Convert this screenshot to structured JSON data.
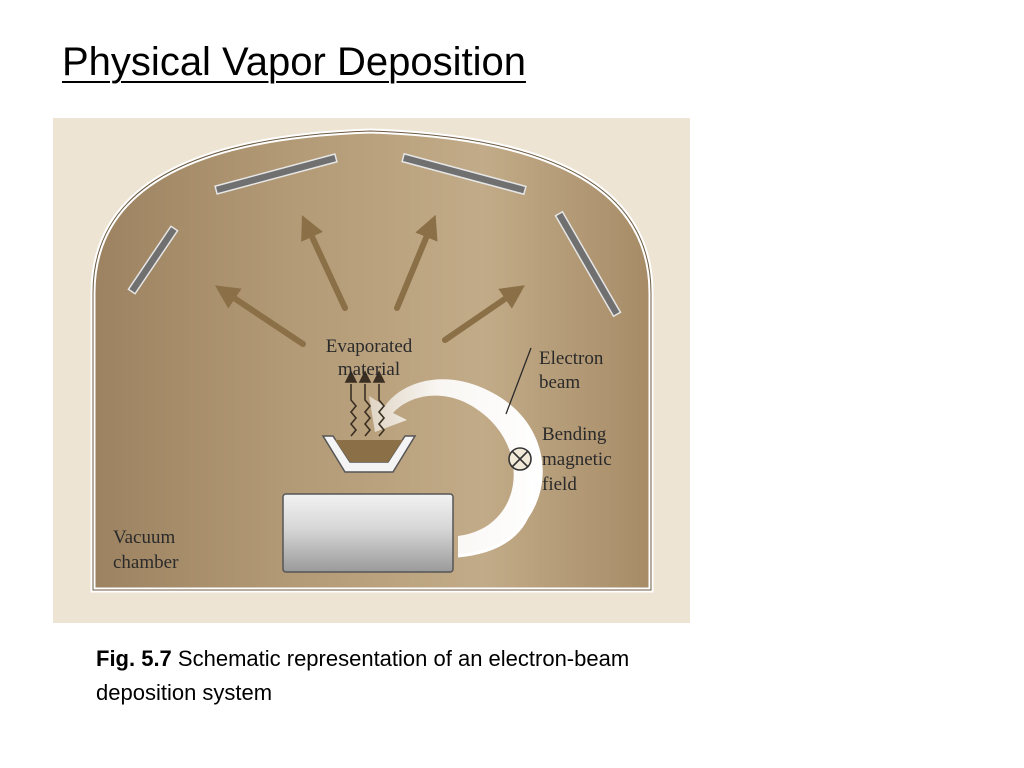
{
  "title": "Physical Vapor Deposition",
  "figure": {
    "labels": {
      "evaporated_line1": "Evaporated",
      "evaporated_line2": "material",
      "electron_line1": "Electron",
      "electron_line2": "beam",
      "bending_line1": "Bending",
      "bending_line2": "magnetic",
      "bending_line3": "field",
      "vacuum_line1": "Vacuum",
      "vacuum_line2": "chamber"
    },
    "colors": {
      "background": "#ede4d3",
      "chamber_fill": "#a98e6a",
      "arrow": "#8a6f47",
      "substrate": "#707070"
    }
  },
  "caption": {
    "label": "Fig. 5.7",
    "text": "Schematic representation of an electron-beam deposition system"
  }
}
